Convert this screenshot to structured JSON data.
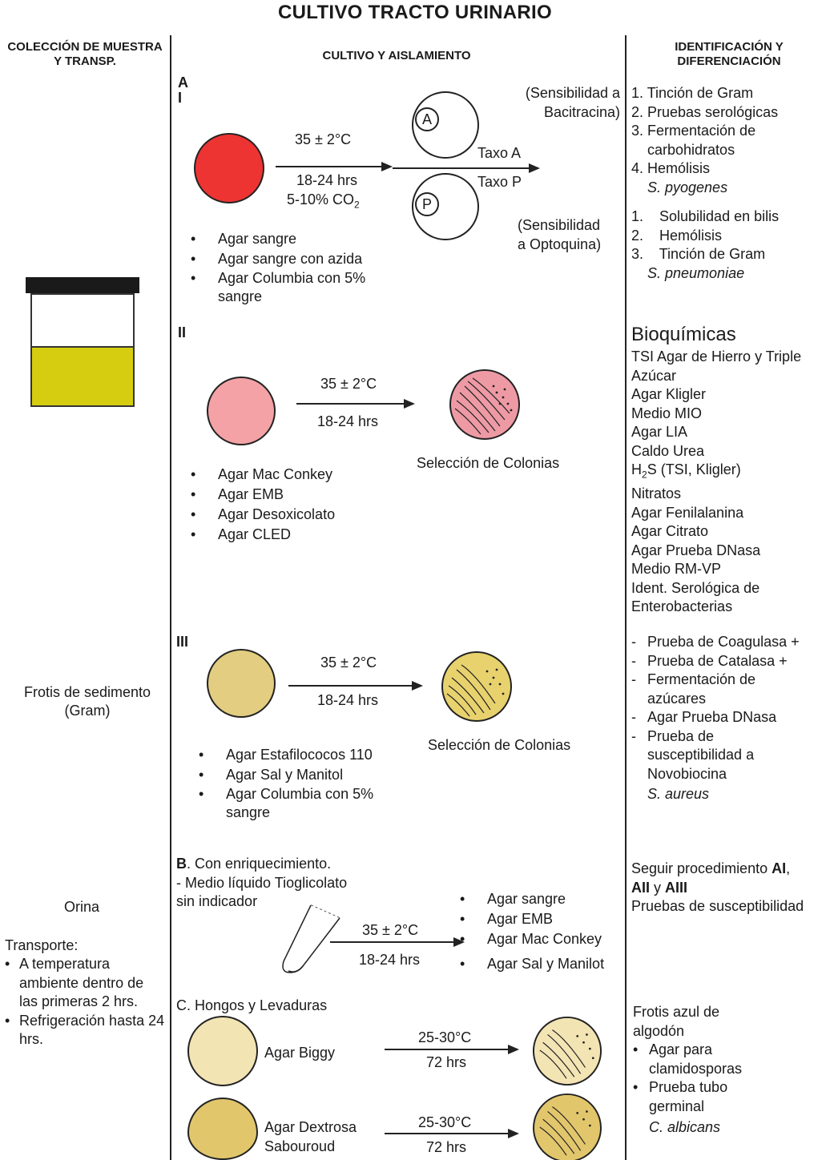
{
  "title": "CULTIVO TRACTO URINARIO",
  "headers": {
    "left": "COLECCIÓN DE MUESTRA Y TRANSP.",
    "middle": "CULTIVO Y AISLAMIENTO",
    "right": "IDENTIFICACIÓN Y DIFERENCIACIÓN"
  },
  "left": {
    "frotis": "Frotis de sedimento (Gram)",
    "orina": "Orina",
    "transporte_label": "Transporte:",
    "transporte_items": [
      "A temperatura ambiente dentro de las primeras 2 hrs.",
      "Refrigeración hasta 24 hrs."
    ],
    "colors": {
      "container_lid": "#1a1a1a",
      "urine": "#d6cd10"
    }
  },
  "sectionA": {
    "label": "A",
    "sub": "I",
    "temp": "35 ± 2°C",
    "time": "18-24 hrs",
    "co2_prefix": "5-10% CO",
    "co2_sub": "2",
    "plate_color": "#ee3333",
    "disk_a": "A",
    "disk_p": "P",
    "taxo_a": "Taxo A",
    "taxo_p": "Taxo P",
    "sens_bacitracina": [
      "(Sensibilidad a",
      "Bacitracina)"
    ],
    "sens_optoquina": [
      "(Sensibilidad",
      "a Optoquina)"
    ],
    "media": [
      "Agar sangre",
      "Agar sangre con azida",
      "Agar Columbia con 5% sangre"
    ]
  },
  "sectionII": {
    "label": "II",
    "temp": "35 ± 2°C",
    "time": "18-24 hrs",
    "plate_color": "#f4a2a6",
    "result": "Selección de Colonias",
    "media": [
      "Agar Mac Conkey",
      "Agar EMB",
      "Agar Desoxicolato",
      "Agar CLED"
    ]
  },
  "sectionIII": {
    "label": "III",
    "temp": "35 ± 2°C",
    "time": "18-24 hrs",
    "plate_color": "#e2cd80",
    "result": "Selección de Colonias",
    "media": [
      "Agar Estafilococos 110",
      "Agar Sal y Manitol",
      "Agar Columbia con 5% sangre"
    ]
  },
  "sectionB": {
    "label": "B",
    "title_rest": ". Con enriquecimiento.",
    "line2": "- Medio líquido Tioglicolato",
    "line3": "sin indicador",
    "temp": "35 ± 2°C",
    "time": "18-24 hrs",
    "media": [
      "Agar sangre",
      "Agar EMB",
      "Agar Mac Conkey",
      "Agar Sal y Manilot"
    ]
  },
  "sectionC": {
    "title": "C. Hongos y Levaduras",
    "row1": {
      "medium": "Agar Biggy",
      "temp": "25-30°C",
      "time": "72 hrs",
      "plate_color": "#f3e4b4"
    },
    "row2": {
      "medium": [
        "Agar Dextrosa",
        "Sabouroud"
      ],
      "temp": "25-30°C",
      "time": "72 hrs",
      "plate_color": "#e2c66c"
    }
  },
  "right": {
    "pyogenes_tests": [
      "1. Tinción de Gram",
      "2. Pruebas serológicas",
      "3. Fermentación de",
      "carbohidratos",
      "4. Hemólisis"
    ],
    "pyogenes": "S. pyogenes",
    "pneumoniae_tests": [
      "1.    Solubilidad en bilis",
      "2.    Hemólisis",
      "3.    Tinción de Gram"
    ],
    "pneumoniae": "S. pneumoniae",
    "bioquimicas_title": "Bioquímicas",
    "bioquimicas": [
      "TSI Agar de Hierro y Triple",
      "Azúcar",
      "Agar Kligler",
      "Medio MIO",
      "Agar LIA",
      "Caldo Urea"
    ],
    "h2s_prefix": "H",
    "h2s_sub": "2",
    "h2s_rest": "S (TSI, Kligler)",
    "bioquimicas2": [
      "Nitratos",
      "Agar Fenilalanina",
      "Agar Citrato",
      "Agar Prueba DNasa",
      "Medio RM-VP",
      "Ident. Serológica de",
      "Enterobacterias"
    ],
    "aureus_tests": [
      "Prueba de Coagulasa +",
      "Prueba de Catalasa +",
      "Fermentación de azúcares",
      "Agar Prueba DNasa",
      "Prueba de susceptibilidad a Novobiocina"
    ],
    "aureus": "S. aureus",
    "seguir_prefix": "Seguir procedimiento ",
    "seguir_ai": "AI",
    "seguir_comma": ",",
    "seguir_aii": "AII",
    "seguir_y": " y ",
    "seguir_aiii": "AIII",
    "susceptibilidad": "Pruebas de susceptibilidad",
    "frotis_azul": [
      "Frotis azul de",
      "algodón"
    ],
    "hongos_tests": [
      "Agar para clamidosporas",
      "Prueba tubo germinal"
    ],
    "albicans": "C. albicans"
  }
}
